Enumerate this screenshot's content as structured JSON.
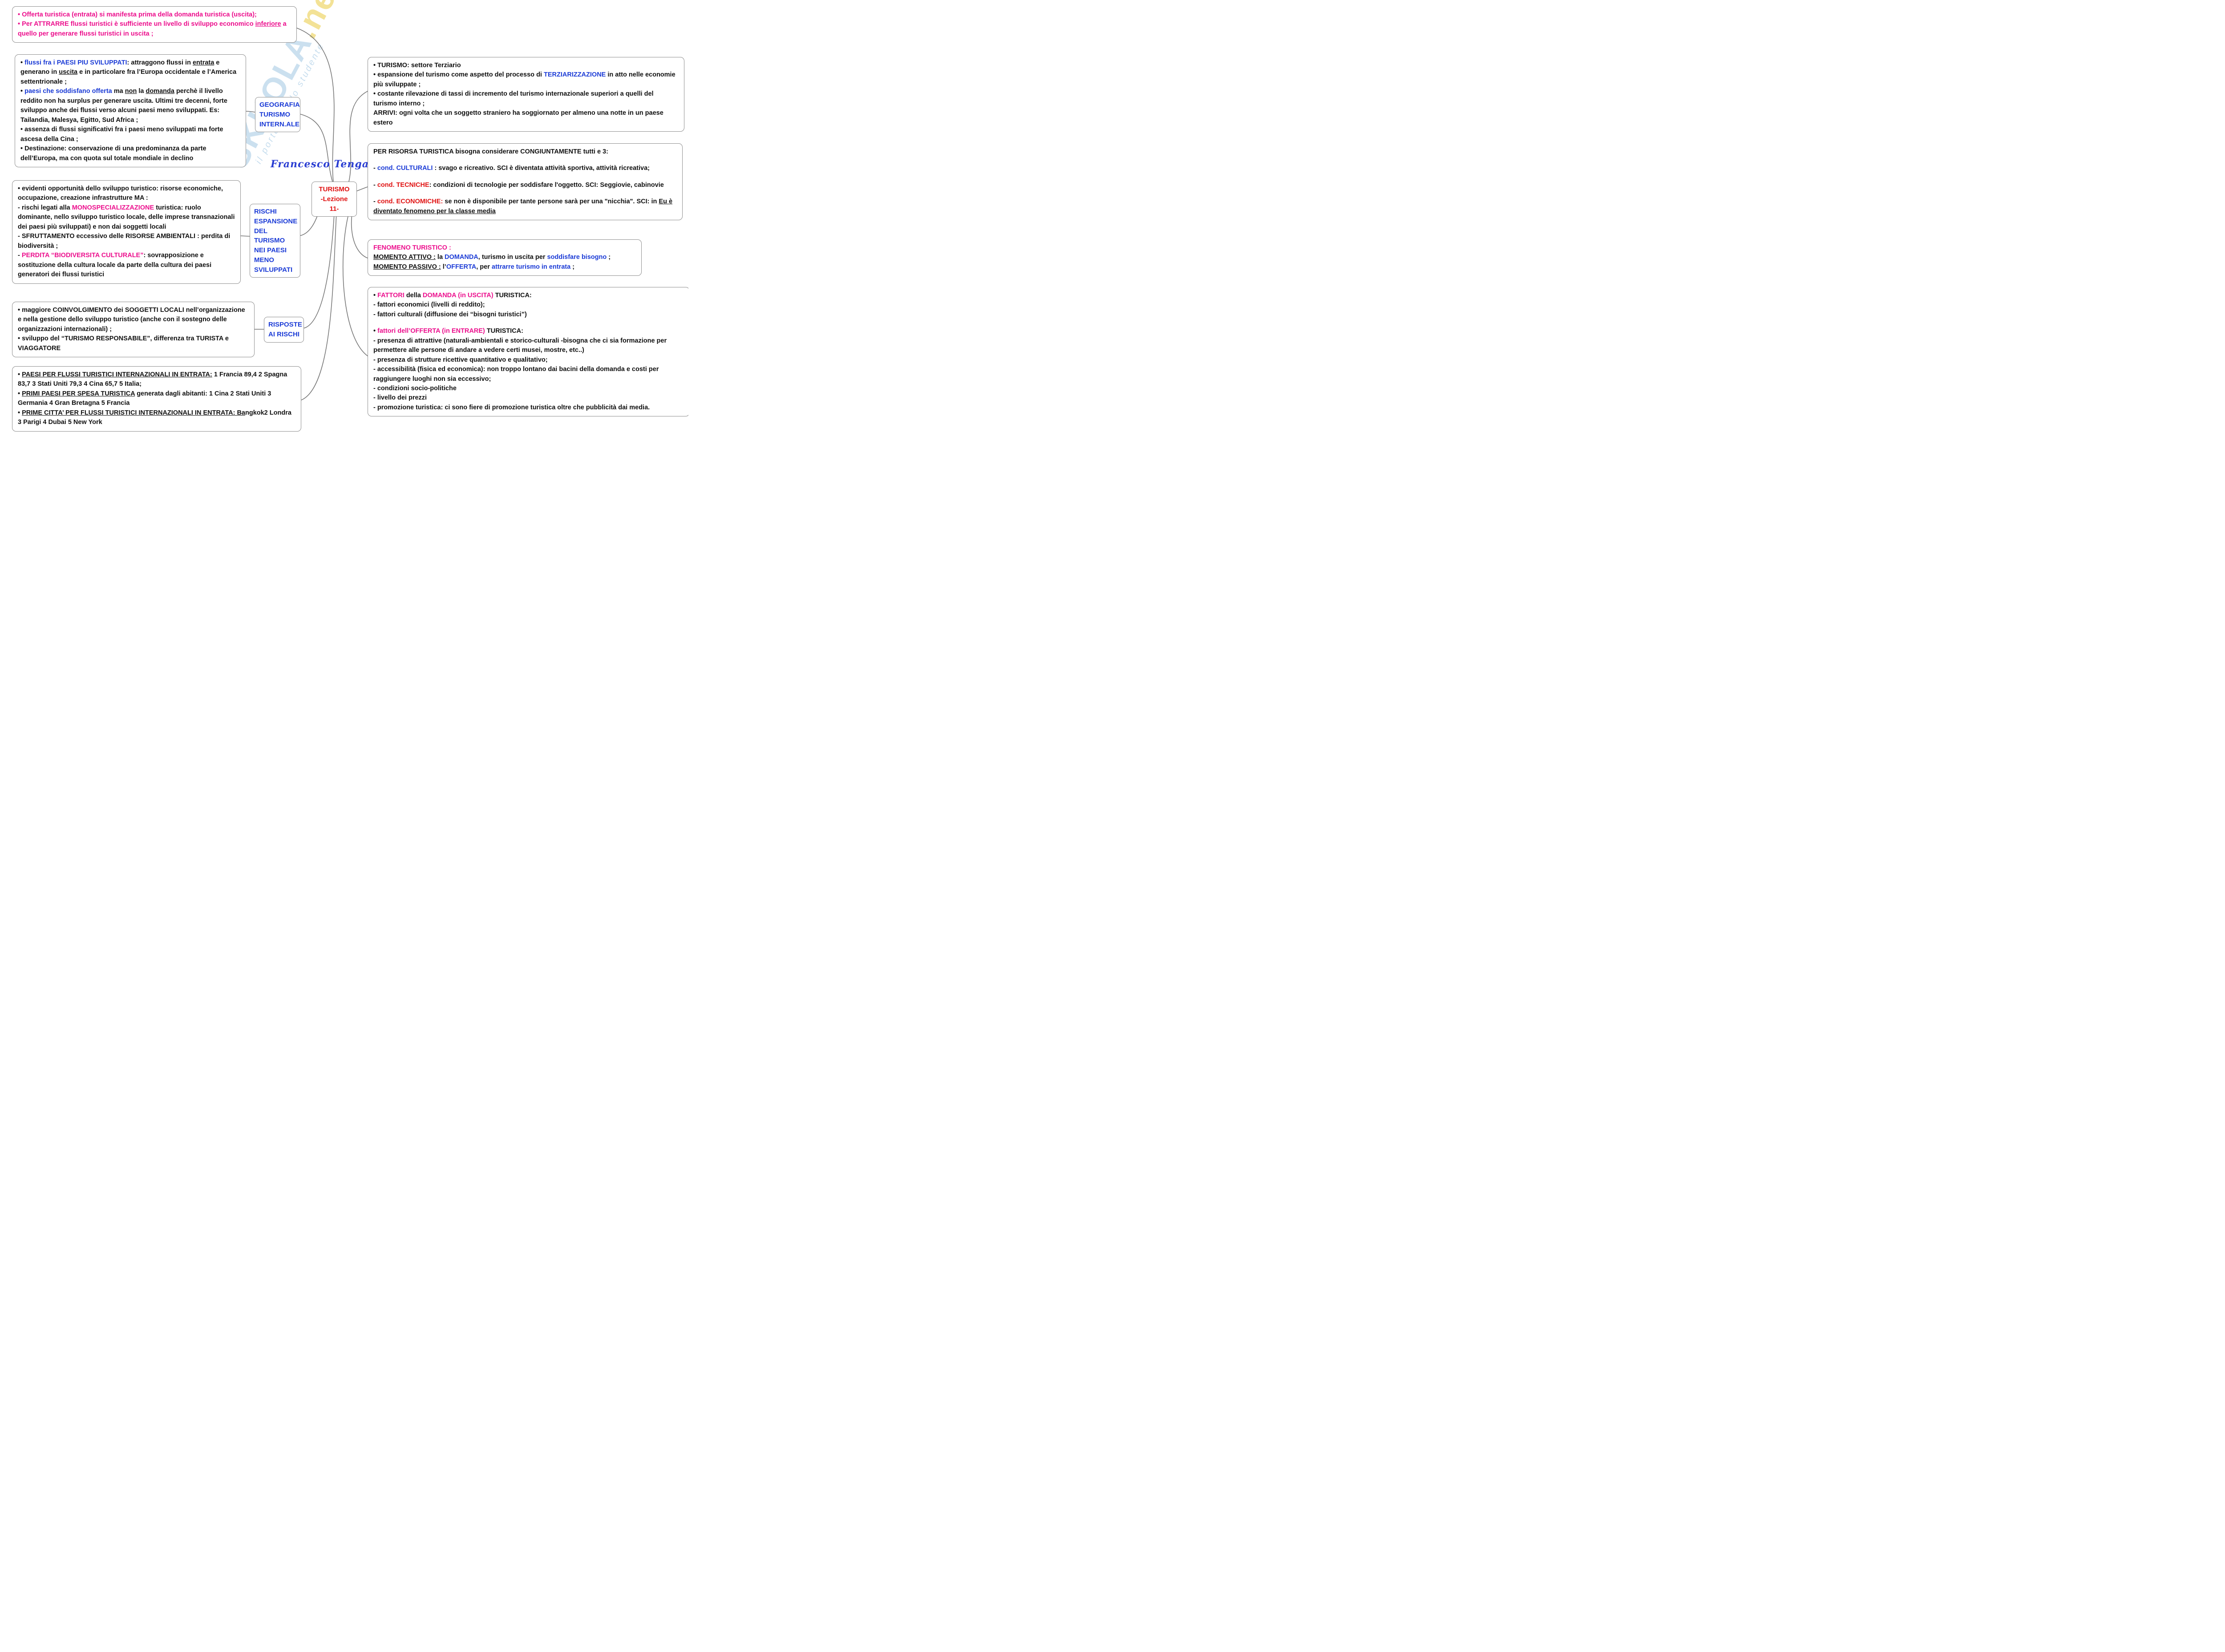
{
  "colors": {
    "text": "#111111",
    "magenta": "#ec0f8d",
    "blue": "#1b3bd6",
    "red": "#e01212",
    "author": "#2b3ed2",
    "border": "#8f8f8f",
    "watermark_blue": "#a9cce6",
    "watermark_yellow": "#e9c93e"
  },
  "watermark": {
    "brand": "SKUOLA",
    "brand_suffix": ".net",
    "tagline": "il portale dello studente"
  },
  "author": "Francesco Tengattini",
  "center_node": [
    [
      {
        "t": "TURISMO",
        "c": "red"
      }
    ],
    [
      {
        "t": "-Lezione 11-",
        "c": "red"
      }
    ]
  ],
  "nodes": {
    "geografia": [
      [
        {
          "t": "GEOGRAFIA",
          "c": "blue"
        }
      ],
      [
        {
          "t": "TURISMO",
          "c": "blue"
        }
      ],
      [
        {
          "t": "INTERN.ALE",
          "c": "blue"
        }
      ]
    ],
    "rischi": [
      [
        {
          "t": "RISCHI",
          "c": "blue"
        }
      ],
      [
        {
          "t": "ESPANSIONE",
          "c": "blue"
        }
      ],
      [
        {
          "t": "DEL TURISMO",
          "c": "blue"
        }
      ],
      [
        {
          "t": "NEI PAESI",
          "c": "blue"
        }
      ],
      [
        {
          "t": "MENO",
          "c": "blue"
        }
      ],
      [
        {
          "t": "SVILUPPATI",
          "c": "blue"
        }
      ]
    ],
    "risposte": [
      [
        {
          "t": "RISPOSTE",
          "c": "blue"
        }
      ],
      [
        {
          "t": "AI RISCHI",
          "c": "blue"
        }
      ]
    ]
  },
  "boxes": {
    "offerta": [
      [
        {
          "t": "• Offerta turistica (entrata) si manifesta prima della domanda turistica (uscita);",
          "c": "magenta"
        }
      ],
      [
        {
          "t": "• Per ATTRARRE flussi turistici è sufficiente un livello di sviluppo economico ",
          "c": "magenta"
        },
        {
          "t": "inferiore",
          "c": "magenta",
          "u": true
        },
        {
          "t": " a quello per generare flussi turistici in uscita ;",
          "c": "magenta"
        }
      ]
    ],
    "flussi": [
      [
        {
          "t": "• "
        },
        {
          "t": "flussi fra i PAESI PIU SVILUPPATI",
          "c": "blue"
        },
        {
          "t": ": attraggono flussi in "
        },
        {
          "t": "entrata",
          "u": true
        },
        {
          "t": " e generano in "
        },
        {
          "t": "uscita",
          "u": true
        },
        {
          "t": " e in particolare fra l’Europa occidentale e l’America settentrionale ;"
        }
      ],
      [
        {
          "t": "• "
        },
        {
          "t": "paesi che soddisfano offerta",
          "c": "blue"
        },
        {
          "t": " ma "
        },
        {
          "t": "non",
          "u": true
        },
        {
          "t": " la "
        },
        {
          "t": "domanda",
          "u": true
        },
        {
          "t": " perchè il livello reddito non ha surplus per generare uscita. Ultimi tre decenni, forte sviluppo anche dei flussi verso alcuni paesi meno sviluppati. Es: Tailandia, Malesya, Egitto, Sud Africa ;"
        }
      ],
      [
        {
          "t": "• assenza di flussi significativi fra i paesi meno sviluppati ma forte ascesa della Cina ;"
        }
      ],
      [
        {
          "t": "• Destinazione: conservazione di una predominanza da parte dell’Europa, ma con quota sul totale mondiale in declino"
        }
      ]
    ],
    "opportunita": [
      [
        {
          "t": "• evidenti opportunità dello sviluppo turistico: risorse economiche, occupazione, creazione infrastrutture MA :"
        }
      ],
      [
        {
          "t": "- rischi legati alla "
        },
        {
          "t": "MONOSPECIALIZZAZIONE",
          "c": "magenta"
        },
        {
          "t": " turistica: ruolo dominante, nello sviluppo turistico locale, delle imprese transnazionali dei paesi più sviluppati) e non dai soggetti locali"
        }
      ],
      [
        {
          "t": "- SFRUTTAMENTO eccessivo delle RISORSE AMBIENTALI : perdita di biodiversità ;"
        }
      ],
      [
        {
          "t": "- "
        },
        {
          "t": "PERDITA “BIODIVERSITA CULTURALE”",
          "c": "magenta"
        },
        {
          "t": ": sovrapposizione e sostituzione della cultura locale da parte della cultura dei paesi generatori dei flussi turistici"
        }
      ]
    ],
    "coinvolgimento": [
      [
        {
          "t": "• maggiore COINVOLGIMENTO dei SOGGETTI LOCALI nell’organizzazione e nella gestione dello sviluppo turistico (anche con il sostegno delle organizzazioni internazionali) ;"
        }
      ],
      [
        {
          "t": "• sviluppo del “TURISMO RESPONSABILE”, differenza tra TURISTA e VIAGGATORE"
        }
      ]
    ],
    "classifiche": [
      [
        {
          "t": "• "
        },
        {
          "t": "PAESI PER FLUSSI TURISTICI INTERNAZIONALI IN ENTRATA:",
          "u": true
        },
        {
          "t": " 1 Francia 89,4 2 Spagna 83,7 3 Stati Uniti 79,3 4 Cina 65,7 5 Italia;"
        }
      ],
      [
        {
          "t": "• "
        },
        {
          "t": "PRIMI PAESI PER SPESA TURISTICA",
          "u": true
        },
        {
          "t": " generata dagli abitanti: 1 Cina 2 Stati Uniti 3 Germania 4 Gran Bretagna 5 Francia"
        }
      ],
      [
        {
          "t": "• "
        },
        {
          "t": "PRIME CITTA’ PER FLUSSI TURISTICI INTERNAZIONALI IN ENTRATA: Ba",
          "u": true
        },
        {
          "t": "ngkok2 Londra 3 Parigi 4 Dubai 5 New York"
        }
      ]
    ],
    "terziario": [
      [
        {
          "t": "• TURISMO: settore Terziario"
        }
      ],
      [
        {
          "t": "• espansione del turismo come aspetto del processo di "
        },
        {
          "t": "TERZIARIZZAZIONE",
          "c": "blue"
        },
        {
          "t": " in atto nelle economie più sviluppate ;"
        }
      ],
      [
        {
          "t": "• costante rilevazione di tassi di incremento del turismo internazionale superiori a quelli del turismo interno ;"
        }
      ],
      [
        {
          "t": "ARRIVI: ogni volta che un soggetto straniero ha soggiornato per almeno una notte in un paese estero"
        }
      ]
    ],
    "risorsa": [
      [
        {
          "t": "PER RISORSA TURISTICA bisogna considerare CONGIUNTAMENTE tutti e 3:"
        }
      ],
      [],
      [
        {
          "t": "- "
        },
        {
          "t": "cond. CULTURALI",
          "c": "blue"
        },
        {
          "t": " : svago e ricreativo. SCI è diventata attività sportiva, attività ricreativa;"
        }
      ],
      [],
      [
        {
          "t": "- "
        },
        {
          "t": "cond. TECNICHE",
          "c": "red"
        },
        {
          "t": ": condizioni di tecnologie per soddisfare l'oggetto. SCI: Seggiovie, cabinovie"
        }
      ],
      [],
      [
        {
          "t": "- "
        },
        {
          "t": "cond. ECONOMICHE:",
          "c": "red"
        },
        {
          "t": " se non è disponibile per tante persone sarà per una \"nicchia\". SCI: in "
        },
        {
          "t": "Eu è diventato fenomeno per la classe media",
          "u": true
        }
      ]
    ],
    "fenomeno": [
      [
        {
          "t": "FENOMENO TURISTICO :",
          "c": "magenta"
        }
      ],
      [
        {
          "t": "MOMENTO ATTIVO :",
          "u": true
        },
        {
          "t": " la "
        },
        {
          "t": "DOMANDA",
          "c": "blue"
        },
        {
          "t": ", turismo in uscita per "
        },
        {
          "t": "soddisfare bisogno",
          "c": "blue"
        },
        {
          "t": " ;"
        }
      ],
      [
        {
          "t": "MOMENTO PASSIVO :",
          "u": true
        },
        {
          "t": " l’"
        },
        {
          "t": "OFFERTA",
          "c": "blue"
        },
        {
          "t": ", per "
        },
        {
          "t": "attrarre turismo in entrata",
          "c": "blue"
        },
        {
          "t": " ;"
        }
      ]
    ],
    "fattori": [
      [
        {
          "t": "• "
        },
        {
          "t": "FATTORI",
          "c": "magenta"
        },
        {
          "t": " della "
        },
        {
          "t": "DOMANDA (in USCITA)",
          "c": "magenta"
        },
        {
          "t": " TURISTICA:"
        }
      ],
      [
        {
          "t": "- fattori economici (livelli di reddito);"
        }
      ],
      [
        {
          "t": "- fattori culturali (diffusione dei “bisogni turistici”)"
        }
      ],
      [],
      [
        {
          "t": "• "
        },
        {
          "t": "fattori dell’OFFERTA (in ENTRARE)",
          "c": "magenta"
        },
        {
          "t": " TURISTICA:"
        }
      ],
      [
        {
          "t": "- presenza di attrattive (naturali-ambientali e storico-culturali -bisogna che ci sia formazione per permettere alle persone di andare a vedere certi musei, mostre, etc..)"
        }
      ],
      [
        {
          "t": "- presenza di strutture ricettive quantitativo e qualitativo;"
        }
      ],
      [
        {
          "t": "- accessibilità (fisica ed economica): non troppo lontano dai bacini della domanda e costi per raggiungere luoghi non sia eccessivo;"
        }
      ],
      [
        {
          "t": "- condizioni socio-politiche"
        }
      ],
      [
        {
          "t": "- livello dei prezzi"
        }
      ],
      [
        {
          "t": "- promozione turistica: ci sono fiere di promozione turistica oltre che pubblicità dai media."
        }
      ]
    ]
  }
}
